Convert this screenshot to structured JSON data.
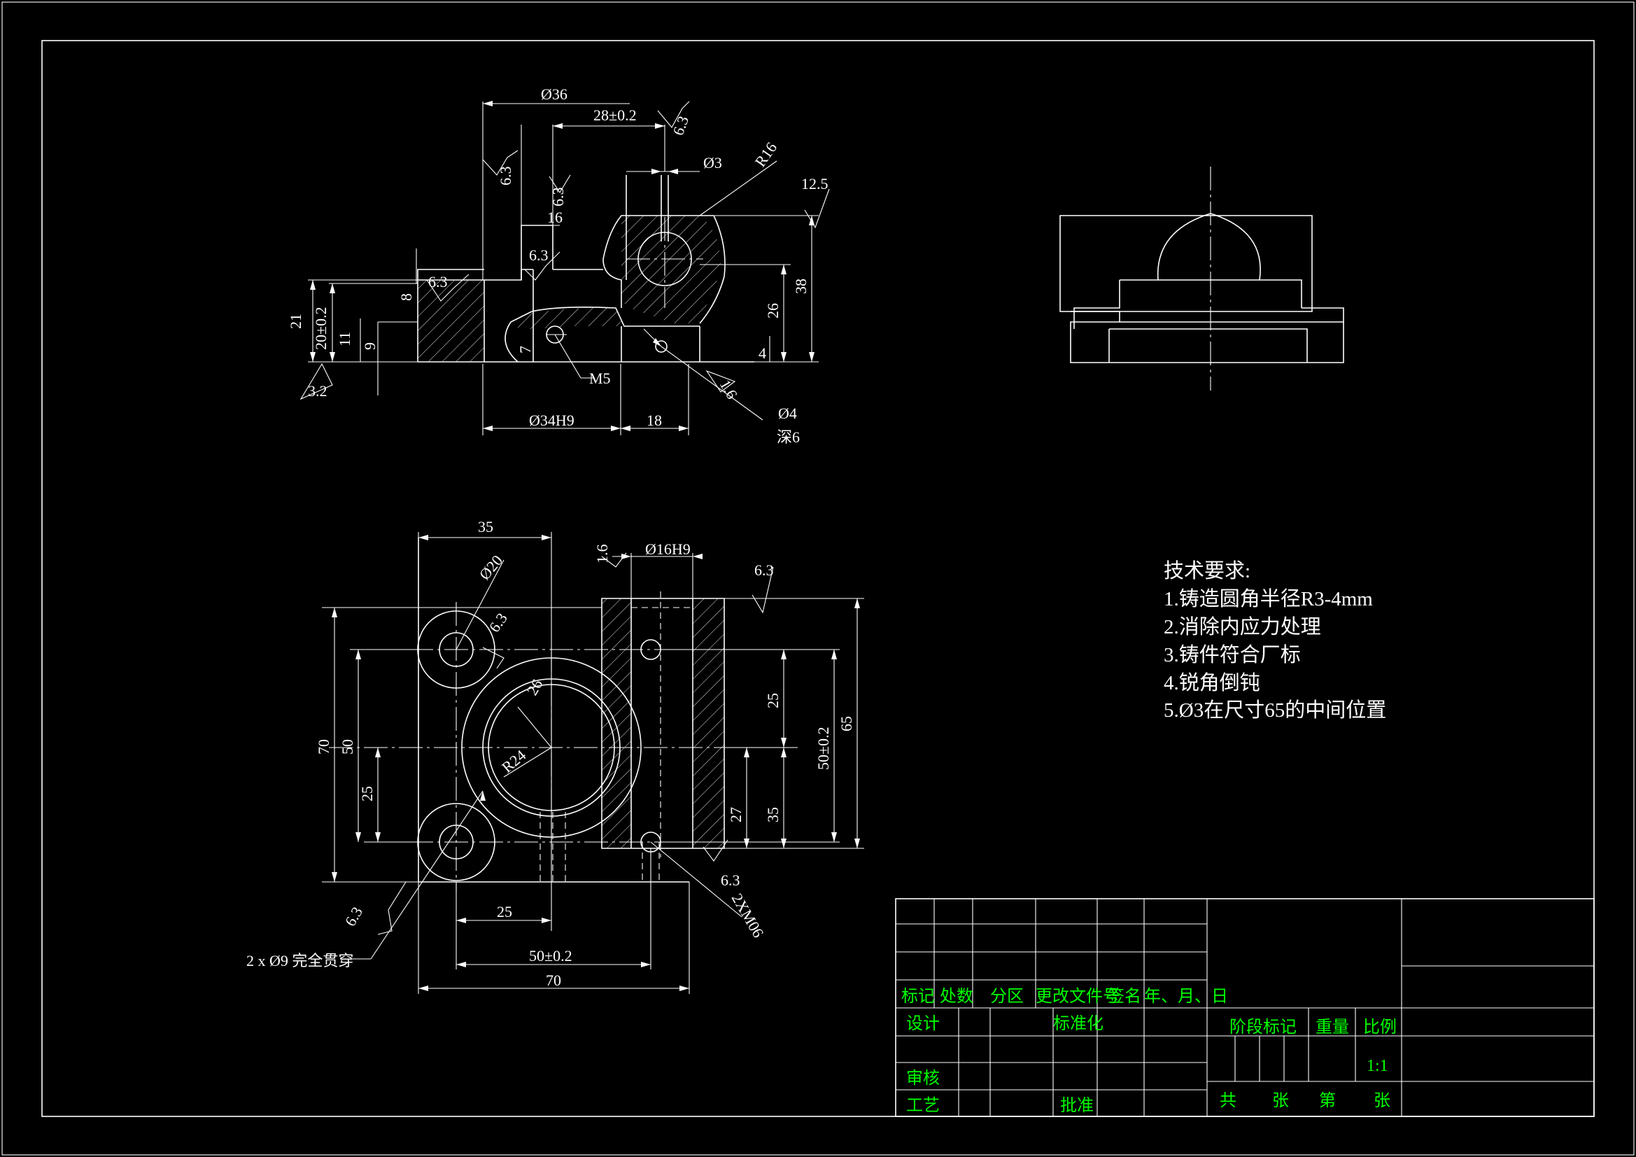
{
  "dimensions": {
    "d36": "Ø36",
    "d28": "28±0.2",
    "d63_top": "6.3",
    "d63_a": "6.3",
    "d63_b": "6.3",
    "d63_c": "6.3",
    "d63_d": "6.3",
    "d3": "Ø3",
    "r16": "R16",
    "d125": "12.5",
    "d16": "16",
    "d38": "38",
    "d26": "26",
    "d21": "21",
    "d20": "20±0.2",
    "d11": "11",
    "d9": "9",
    "d8": "8",
    "d7": "7",
    "d4": "4",
    "d32": "3.2",
    "m5": "M5",
    "d16r": "1.6",
    "d34h9": "Ø34H9",
    "d18": "18",
    "phi4": "Ø4",
    "deep6": "深6",
    "b35": "35",
    "b16": "1.6",
    "b16h9": "Ø16H9",
    "b63_tr": "6.3",
    "b20": "Ø20",
    "b63_m": "6.3",
    "b26": "26",
    "r24": "R24",
    "b70v": "70",
    "b50v": "50",
    "b25v": "25",
    "b25r": "25",
    "b50r": "50±0.2",
    "b65": "65",
    "b27": "27",
    "b35r": "35",
    "b63_br": "6.3",
    "b2xm6": "2XM06",
    "b63_bl": "6.3",
    "b25h": "25",
    "b50h": "50±0.2",
    "b70h": "70",
    "holes": "2 x Ø9 完全贯穿"
  },
  "tech": {
    "title": "技术要求:",
    "items": [
      "1.铸造圆角半径R3-4mm",
      "2.消除内应力处理",
      "3.铸件符合厂标",
      "4.锐角倒钝",
      "5.Ø3在尺寸65的中间位置"
    ]
  },
  "title_block": {
    "biaoji": "标记",
    "chushu": "处数",
    "fenqu": "分区",
    "genggai": "更改文件号",
    "qianming": "签名",
    "date": "年、月、日",
    "sheji": "设计",
    "biaozhunhua": "标准化",
    "jieduan": "阶段标记",
    "zhongliang": "重量",
    "bili": "比例",
    "scale": "1:1",
    "shenhe": "审核",
    "gongyi": "工艺",
    "pizhun": "批准",
    "gong": "共",
    "zhang1": "张",
    "di": "第",
    "zhang2": "张"
  }
}
